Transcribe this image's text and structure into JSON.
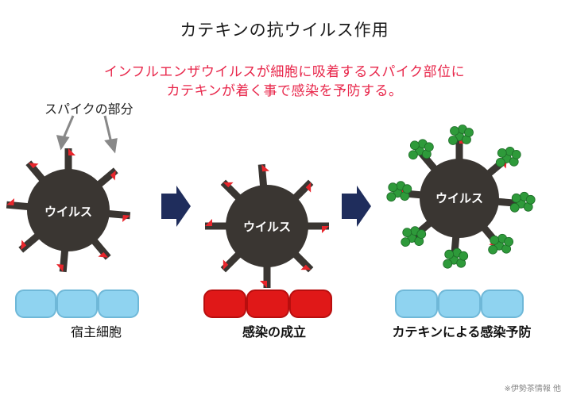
{
  "title": "カテキンの抗ウイルス作用",
  "subtitle_line1": "インフルエンザウイルスが細胞に吸着するスパイク部位に",
  "subtitle_line2": "カテキンが着く事で感染を予防する。",
  "spike_label": "スパイクの部分",
  "virus_label": "ウイルス",
  "captions": [
    "宿主細胞",
    "感染の成立",
    "カテキンによる感染予防"
  ],
  "footnote": "※伊勢茶情報 他",
  "colors": {
    "virus": "#3a3632",
    "spike_tip": "#e8262c",
    "host_cell": "#8fd3f0",
    "infected_cell": "#e01818",
    "arrow": "#1f2d5c",
    "catechin": "#2e9a3a",
    "subtitle": "#e8264a"
  }
}
